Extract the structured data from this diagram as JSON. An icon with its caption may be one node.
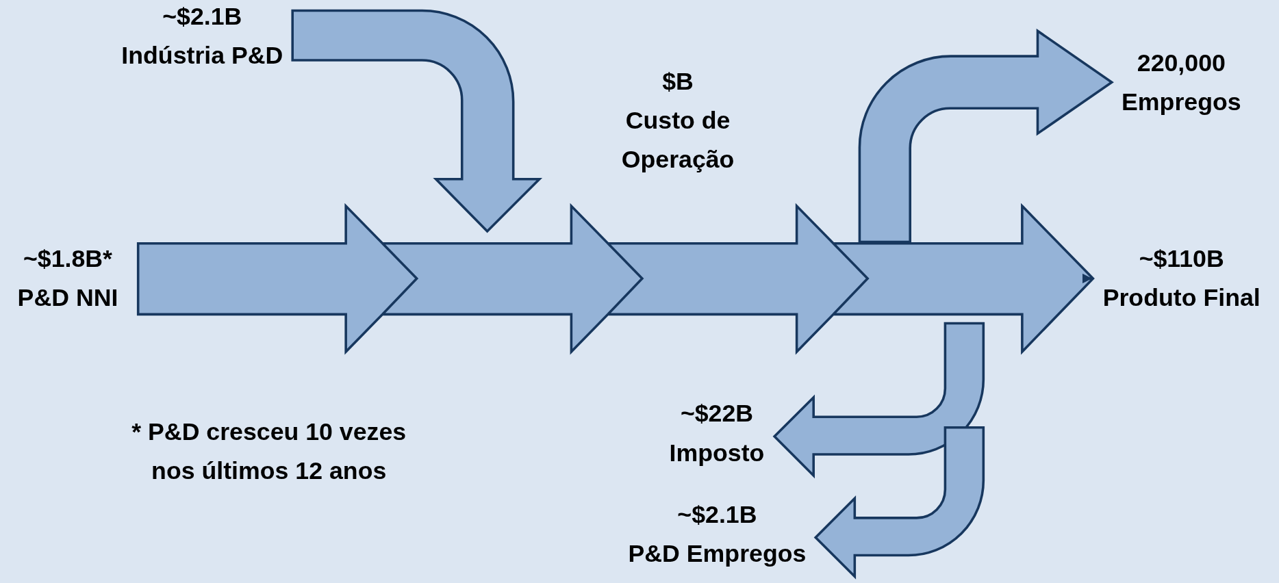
{
  "diagram": {
    "nodes": [
      {
        "text": [
          "~$2.1B",
          "Indústria P&D"
        ]
      },
      {
        "text": [
          "$B",
          "Custo de Operação"
        ]
      },
      {
        "text": [
          "220,000",
          "Empregos"
        ]
      },
      {
        "text": [
          "~$1.8B*",
          "P&D NNI"
        ]
      },
      {
        "text": [
          "~$110B",
          "Produto Final"
        ]
      },
      {
        "text": [
          "~$22B",
          "Imposto"
        ]
      },
      {
        "text": [
          "~$2.1B",
          "P&D Empregos"
        ]
      }
    ],
    "edges": [
      {
        "from": 3,
        "to": 4,
        "arrow": "to"
      },
      {
        "from": 0,
        "to": null,
        "arrow": "to"
      },
      {
        "from": null,
        "to": 2,
        "arrow": "to"
      },
      {
        "from": null,
        "to": 5,
        "arrow": "to"
      },
      {
        "from": null,
        "to": 6,
        "arrow": "to"
      }
    ],
    "labels": [
      "* P&D cresceu 10 vezes nos últimos 12 anos"
    ]
  }
}
